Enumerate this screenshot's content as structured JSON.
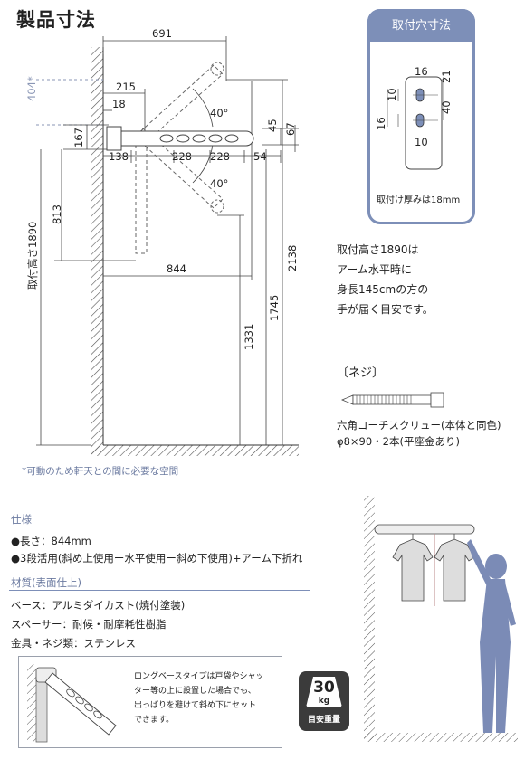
{
  "title": "製品寸法",
  "dims": {
    "d691": "691",
    "d404": "404*",
    "d215": "215",
    "d18": "18",
    "d40a": "40°",
    "d45": "45",
    "d67": "67",
    "d167": "167",
    "d138": "138",
    "d228a": "228",
    "d228b": "228",
    "d54": "54",
    "d40b": "40°",
    "d813": "813",
    "d1890": "取付高さ1890",
    "d844": "844",
    "d2138": "2138",
    "d1745": "1745",
    "d1331": "1331"
  },
  "footnote": "*可動のため軒天との間に必要な空間",
  "hole_card": {
    "head": "取付穴寸法",
    "d16a": "16",
    "d21": "21",
    "d10a": "10",
    "d16b": "16",
    "d40": "40",
    "d10b": "10",
    "thickness": "取付け厚みは18mm"
  },
  "height_note": [
    "取付高さ1890は",
    "アーム水平時に",
    "身長145cmの方の",
    "手が届く目安です。"
  ],
  "screw": {
    "heading": "〔ネジ〕",
    "line1": "六角コーチスクリュー(本体と同色)",
    "line2": "φ8×90・2本(平座金あり)"
  },
  "spec": {
    "heading": "仕様",
    "length": "●長さ：844mm",
    "usage": "●3段活用(斜め上使用ー水平使用ー斜め下使用)+アーム下折れ"
  },
  "material": {
    "heading": "材質(表面仕上)",
    "base": "ベース：アルミダイカスト(焼付塗装)",
    "spacer": "スペーサー：耐候・耐摩耗性樹脂",
    "hardware": "金具・ネジ類：ステンレス"
  },
  "note_box": {
    "lines": [
      "ロングベースタイプは戸袋やシャッ",
      "ター等の上に設置した場合でも、",
      "出っぱりを避けて斜め下にセット",
      "できます。"
    ]
  },
  "badge": {
    "value": "30",
    "unit": "kg",
    "label": "目安重量"
  },
  "colors": {
    "accent": "#7d8fb8",
    "figure": "#7b8bb6",
    "wall": "#555555"
  }
}
